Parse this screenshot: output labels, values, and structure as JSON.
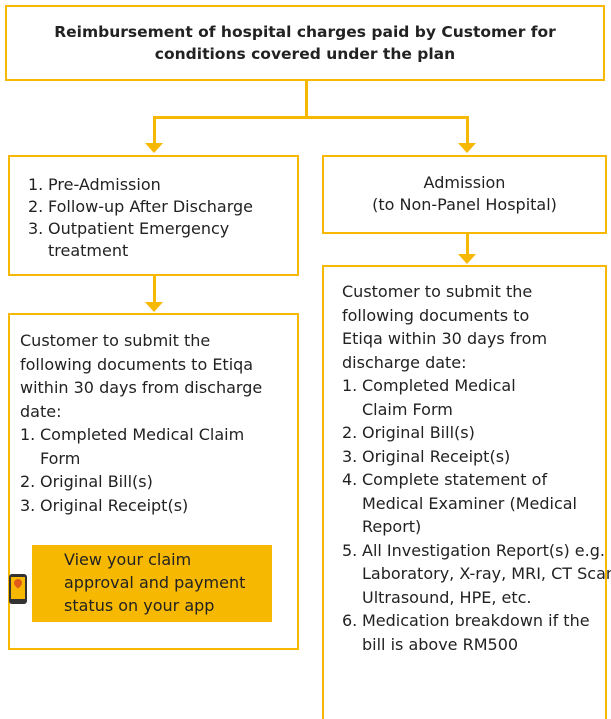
{
  "title": "Reimbursement of hospital charges paid by Customer for conditions covered under the plan",
  "left_box": {
    "items": [
      {
        "num": "1.",
        "text": "Pre-Admission"
      },
      {
        "num": "2.",
        "text": "Follow-up After Discharge"
      },
      {
        "num": "3.",
        "text": "Outpatient Emergency treatment"
      }
    ]
  },
  "right_box": {
    "line1": "Admission",
    "line2": "(to Non-Panel Hospital)"
  },
  "left_docs": {
    "intro": "Customer to submit the following documents to Etiqa within 30 days from discharge date:",
    "items": [
      {
        "num": "1.",
        "text": "Completed Medical Claim Form"
      },
      {
        "num": "2.",
        "text": "Original Bill(s)"
      },
      {
        "num": "3.",
        "text": "Original Receipt(s)"
      }
    ]
  },
  "banner": {
    "text": "View your claim approval and payment status on your app",
    "icon": "etiqa-app-phone-icon"
  },
  "right_docs": {
    "intro": "Customer to submit the following documents to Etiqa within 30 days from discharge date:",
    "items": [
      {
        "num": "1.",
        "text": "Completed Medical Claim Form"
      },
      {
        "num": "2.",
        "text": "Original Bill(s)"
      },
      {
        "num": "3.",
        "text": "Original Receipt(s)"
      },
      {
        "num": "4.",
        "text": "Complete statement of Medical Examiner (Medical Report)"
      },
      {
        "num": "5.",
        "text": "All Investigation Report(s) e.g. Laboratory, X-ray, MRI, CT Scan, Ultrasound, HPE, etc."
      },
      {
        "num": "6.",
        "text": "Medication breakdown if the bill is above RM500"
      }
    ]
  },
  "colors": {
    "accent": "#f6b800",
    "text": "#222222"
  }
}
